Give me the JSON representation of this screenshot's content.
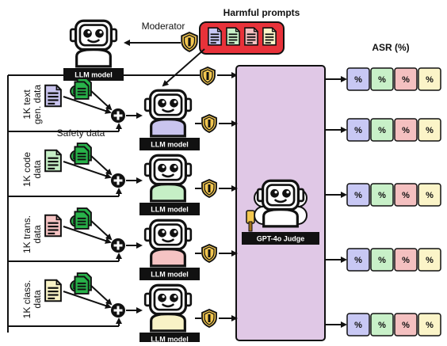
{
  "header": {
    "harmful_prompts_label": "Harmful prompts",
    "moderator_label": "Moderator",
    "asr_label": "ASR (%)"
  },
  "base_model": {
    "label": "LLM model"
  },
  "judge": {
    "label": "GPT-4o Judge"
  },
  "safety_label": "Safety data",
  "pipelines": [
    {
      "data_lines": [
        "1K text",
        "gen. data"
      ],
      "model_label": "LLM model",
      "data_color": "#c9c4ee"
    },
    {
      "data_lines": [
        "1K code",
        "data"
      ],
      "model_label": "LLM model",
      "data_color": "#c6efc6"
    },
    {
      "data_lines": [
        "1K trans.",
        "data"
      ],
      "model_label": "LLM model",
      "data_color": "#f5c3c3"
    },
    {
      "data_lines": [
        "1K class.",
        "data"
      ],
      "model_label": "LLM model",
      "data_color": "#f8f2c6"
    }
  ],
  "asr_rows": [
    {
      "cells": [
        "%",
        "%",
        "%",
        "%"
      ]
    },
    {
      "cells": [
        "%",
        "%",
        "%",
        "%"
      ]
    },
    {
      "cells": [
        "%",
        "%",
        "%",
        "%"
      ]
    },
    {
      "cells": [
        "%",
        "%",
        "%",
        "%"
      ]
    },
    {
      "cells": [
        "%",
        "%",
        "%",
        "%"
      ]
    }
  ],
  "colors": {
    "cell_colors": [
      "#c8c8f4",
      "#c8f0c8",
      "#f4c0c0",
      "#fbf4c8"
    ],
    "judge_box": "#e0c8e6",
    "prompt_box": "#e8323a",
    "shield": "#f3c74f",
    "safety_doc": "#28b34a"
  }
}
